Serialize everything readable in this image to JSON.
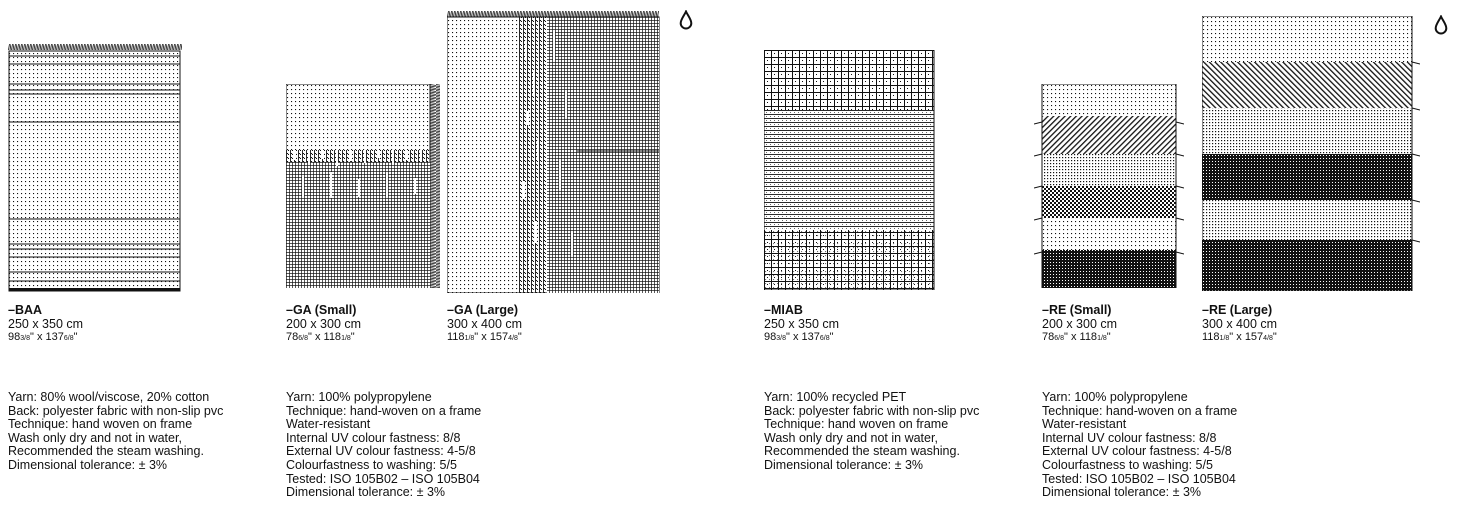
{
  "products": [
    {
      "id": "baa",
      "name": "–BAA",
      "size_cm": "250 x 350 cm",
      "size_in": {
        "a_whole": "98",
        "a_frac": "3/8",
        "b_whole": "137",
        "b_frac": "6/8"
      },
      "specs": [
        "Yarn: 80% wool/viscose, 20% cotton",
        "Back: polyester fabric with non-slip pvc",
        "Technique: hand woven on frame",
        "Wash only dry and not in water,",
        "Recommended the steam washing.",
        "Dimensional tolerance: ± 3%"
      ]
    },
    {
      "id": "ga-small",
      "name": "–GA (Small)",
      "size_cm": "200 x 300 cm",
      "size_in": {
        "a_whole": "78",
        "a_frac": "6/8",
        "b_whole": "118",
        "b_frac": "1/8"
      },
      "specs": [
        "Yarn: 100% polypropylene",
        "Technique: hand-woven on a frame",
        "Water-resistant",
        "Internal UV colour fastness: 8/8",
        "External UV colour fastness: 4-5/8",
        "Colourfastness to washing: 5/5",
        "Tested: ISO 105B02 – ISO 105B04",
        "Dimensional tolerance: ± 3%"
      ]
    },
    {
      "id": "ga-large",
      "name": "–GA (Large)",
      "size_cm": "300 x 400 cm",
      "size_in": {
        "a_whole": "118",
        "a_frac": "1/8",
        "b_whole": "157",
        "b_frac": "4/8"
      }
    },
    {
      "id": "miab",
      "name": "–MIAB",
      "size_cm": "250 x 350 cm",
      "size_in": {
        "a_whole": "98",
        "a_frac": "3/8",
        "b_whole": "137",
        "b_frac": "6/8"
      },
      "specs": [
        "Yarn: 100% recycled PET",
        "Back: polyester fabric with non-slip pvc",
        "Technique: hand woven on frame",
        "Wash only dry and not in water,",
        "Recommended the steam washing.",
        "Dimensional tolerance: ± 3%"
      ]
    },
    {
      "id": "re-small",
      "name": "–RE (Small)",
      "size_cm": "200 x 300 cm",
      "size_in": {
        "a_whole": "78",
        "a_frac": "6/8",
        "b_whole": "118",
        "b_frac": "1/8"
      },
      "specs": [
        "Yarn: 100% polypropylene",
        "Technique: hand-woven on a frame",
        "Water-resistant",
        "Internal UV colour fastness: 8/8",
        "External UV colour fastness: 4-5/8",
        "Colourfastness to washing: 5/5",
        "Tested: ISO 105B02 – ISO 105B04",
        "Dimensional tolerance: ± 3%"
      ]
    },
    {
      "id": "re-large",
      "name": "–RE (Large)",
      "size_cm": "300 x 400 cm",
      "size_in": {
        "a_whole": "118",
        "a_frac": "1/8",
        "b_whole": "157",
        "b_frac": "4/8"
      }
    }
  ],
  "icons": {
    "water_resistant": "water-drop-icon"
  },
  "colors": {
    "ink": "#111111",
    "background": "#ffffff"
  }
}
